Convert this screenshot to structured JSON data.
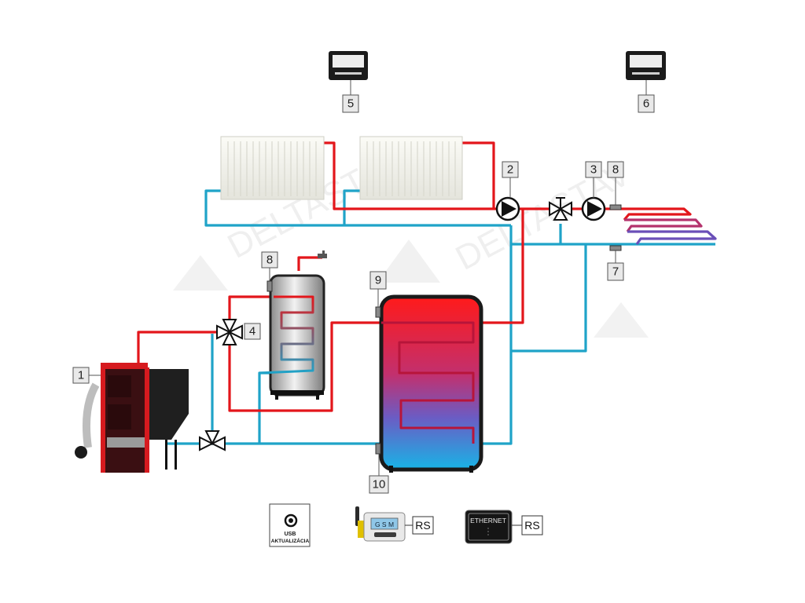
{
  "colors": {
    "hot_pipe": "#e3161b",
    "cold_pipe": "#1fa3c8",
    "boiler_body": "#3a0f12",
    "boiler_trim": "#d61a1f",
    "label_bg": "#e9e9e9"
  },
  "watermark": "DELTASTAV",
  "labels": {
    "boiler": "1",
    "pump_radiators": "2",
    "pump_floor": "3",
    "mixing_valve": "4",
    "room_panel_left": "5",
    "room_panel_right": "6",
    "outdoor_sensor": "7",
    "floor_sensor": "8",
    "dhw_sensor": "8",
    "buffer_top_sensor": "9",
    "buffer_bottom_sensor": "10"
  },
  "modules": {
    "usb_line1": "USB",
    "usb_line2": "AKTUALIZÁCIA",
    "gsm_label": "G S M",
    "gsm_rs": "RS",
    "ethernet_label": "ETHERNET",
    "ethernet_rs": "RS"
  }
}
